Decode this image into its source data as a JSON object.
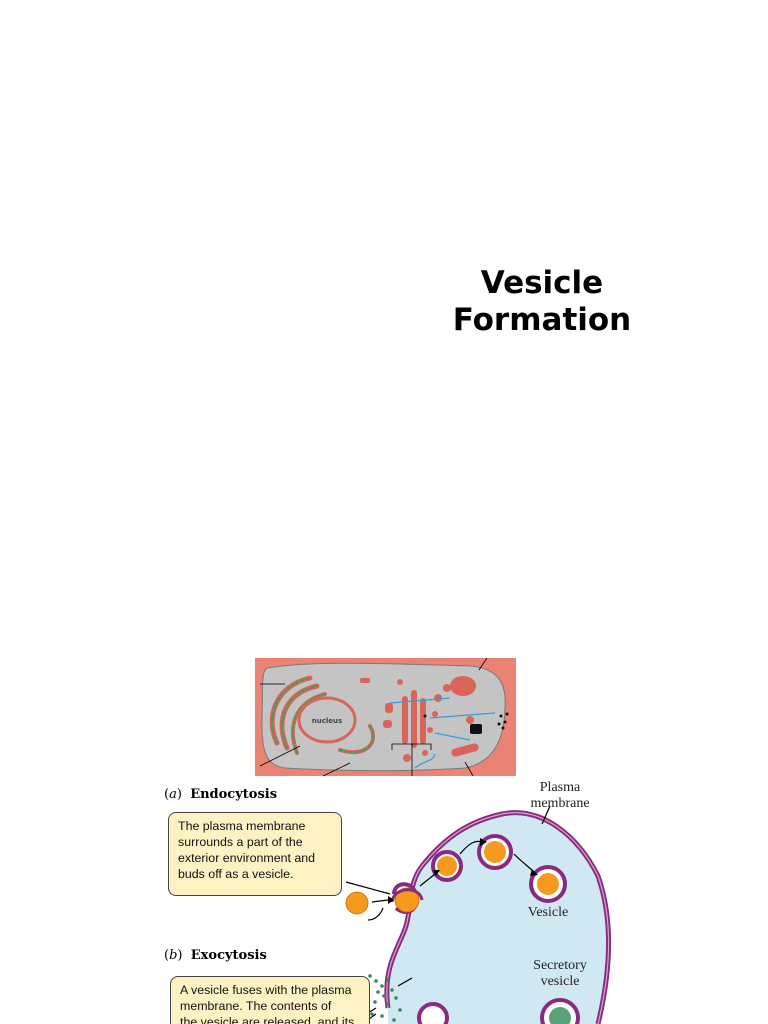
{
  "title": {
    "line1": "Vesicle",
    "line2": "Formation"
  },
  "top_figure": {
    "nucleus_label": "nucleus"
  },
  "endocytosis": {
    "letter": "a",
    "heading": "Endocytosis",
    "callout_lines": [
      "The plasma membrane",
      "surrounds a part of the",
      "exterior environment and",
      "buds off as a vesicle."
    ]
  },
  "exocytosis": {
    "letter": "b",
    "heading": "Exocytosis",
    "callout_lines": [
      "A vesicle fuses with the plasma",
      "membrane. The contents of",
      "the vesicle are released, and its"
    ]
  },
  "labels": {
    "plasma_membrane": [
      "Plasma",
      "membrane"
    ],
    "vesicle": "Vesicle",
    "secretory_vesicle": [
      "Secretory",
      "vesicle"
    ]
  },
  "colors": {
    "cell_bg": "#d0e8f2",
    "membrane": "#8a2a7e",
    "vesicle_fill": "#f59a1c",
    "green_dots": "#2e8b57",
    "callout_bg": "#fdf2c4",
    "top_border": "#e07a6a",
    "top_cytoplasm": "#c4c4c4"
  }
}
